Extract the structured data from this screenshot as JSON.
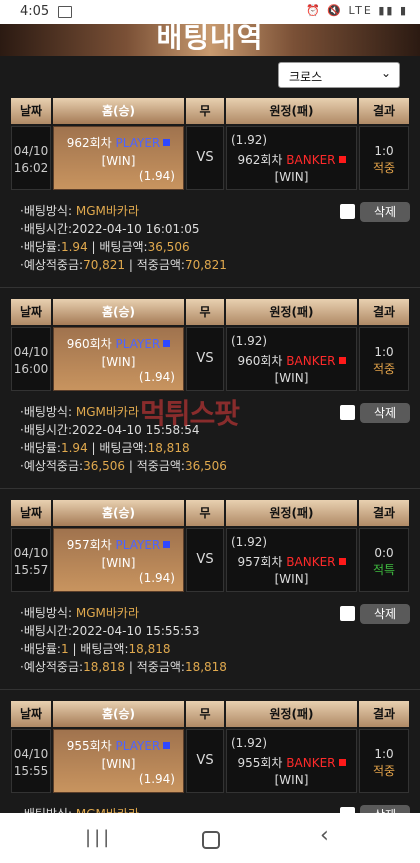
{
  "status_bar": {
    "time": "4:05",
    "right_icons": "⏰ 🔇 LTE ▮▮ ▮"
  },
  "header": {
    "title": "배팅내역"
  },
  "filter": {
    "selected": "크로스"
  },
  "columns": {
    "date": "날짜",
    "home": "홈(승)",
    "draw": "무",
    "away": "원정(패)",
    "result": "결과"
  },
  "bets": [
    {
      "date": "04/10",
      "time": "16:02",
      "home_round": "962회차",
      "home_side": "PLAYER",
      "home_result": "[WIN]",
      "home_odds": "(1.94)",
      "vs": "VS",
      "away_odds": "(1.92)",
      "away_round": "962회차",
      "away_side": "BANKER",
      "away_result": "[WIN]",
      "score": "1:0",
      "hit": "적중",
      "method_label": "·배팅방식:",
      "method": "MGM바카라",
      "time_label": "·배팅시간:",
      "bet_time": "2022-04-10 16:01:05",
      "odds_label": "·배당률:",
      "odds": "1.94",
      "amount_label": " | 배팅금액:",
      "amount": "36,506",
      "expected_label": "·예상적중금:",
      "expected": "70,821",
      "win_label": " | 적중금액:",
      "win_amount": "70,821",
      "delete": "삭제"
    },
    {
      "date": "04/10",
      "time": "16:00",
      "home_round": "960회차",
      "home_side": "PLAYER",
      "home_result": "[WIN]",
      "home_odds": "(1.94)",
      "vs": "VS",
      "away_odds": "(1.92)",
      "away_round": "960회차",
      "away_side": "BANKER",
      "away_result": "[WIN]",
      "score": "1:0",
      "hit": "적중",
      "method_label": "·배팅방식:",
      "method": "MGM바카라",
      "time_label": "·배팅시간:",
      "bet_time": "2022-04-10 15:58:54",
      "odds_label": "·배당률:",
      "odds": "1.94",
      "amount_label": " | 배팅금액:",
      "amount": "18,818",
      "expected_label": "·예상적중금:",
      "expected": "36,506",
      "win_label": " | 적중금액:",
      "win_amount": "36,506",
      "delete": "삭제"
    },
    {
      "date": "04/10",
      "time": "15:57",
      "home_round": "957회차",
      "home_side": "PLAYER",
      "home_result": "[WIN]",
      "home_odds": "(1.94)",
      "vs": "VS",
      "away_odds": "(1.92)",
      "away_round": "957회차",
      "away_side": "BANKER",
      "away_result": "[WIN]",
      "score": "0:0",
      "hit": "적특",
      "method_label": "·배팅방식:",
      "method": "MGM바카라",
      "time_label": "·배팅시간:",
      "bet_time": "2022-04-10 15:55:53",
      "odds_label": "·배당률:",
      "odds": "1",
      "amount_label": " | 배팅금액:",
      "amount": "18,818",
      "expected_label": "·예상적중금:",
      "expected": "18,818",
      "win_label": " | 적중금액:",
      "win_amount": "18,818",
      "delete": "삭제"
    },
    {
      "date": "04/10",
      "time": "15:55",
      "home_round": "955회차",
      "home_side": "PLAYER",
      "home_result": "[WIN]",
      "home_odds": "(1.94)",
      "vs": "VS",
      "away_odds": "(1.92)",
      "away_round": "955회차",
      "away_side": "BANKER",
      "away_result": "[WIN]",
      "score": "1:0",
      "hit": "적중",
      "method_label": "·배팅방식:",
      "method": "MGM바카라",
      "delete": "삭제"
    }
  ],
  "watermark": "먹튀스팟",
  "navbar": {
    "recent": "|||",
    "home": "",
    "back": "‹"
  }
}
